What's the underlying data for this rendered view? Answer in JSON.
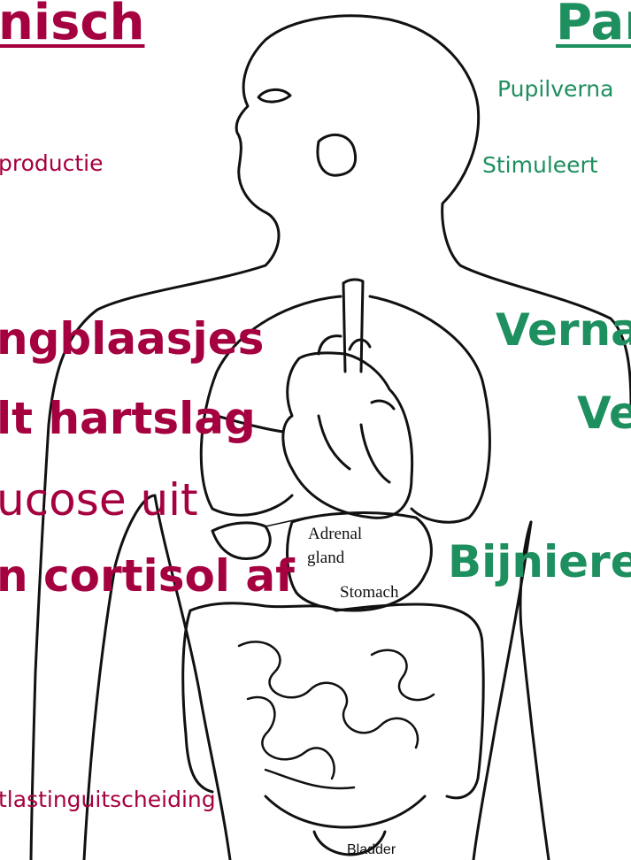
{
  "colors": {
    "sympathetic": "#a5003f",
    "parasympathetic": "#1e8f5e",
    "outline": "#111111"
  },
  "left_column": {
    "heading": "nisch",
    "line1": "productie",
    "line2": "ngblaasjes",
    "line3": "lt hartslag",
    "line4": "ucose uit",
    "line5": "n cortisol af",
    "line6": "tlastinguitscheiding"
  },
  "right_column": {
    "heading": "Par",
    "line1": "Pupilverna",
    "line2": "Stimuleert",
    "line3": "Verna",
    "line4": "Ve",
    "line5": "Bijniere"
  },
  "organs": {
    "adrenal_1": "Adrenal",
    "adrenal_2": "gland",
    "stomach": "Stomach",
    "bladder": "Bladder"
  }
}
